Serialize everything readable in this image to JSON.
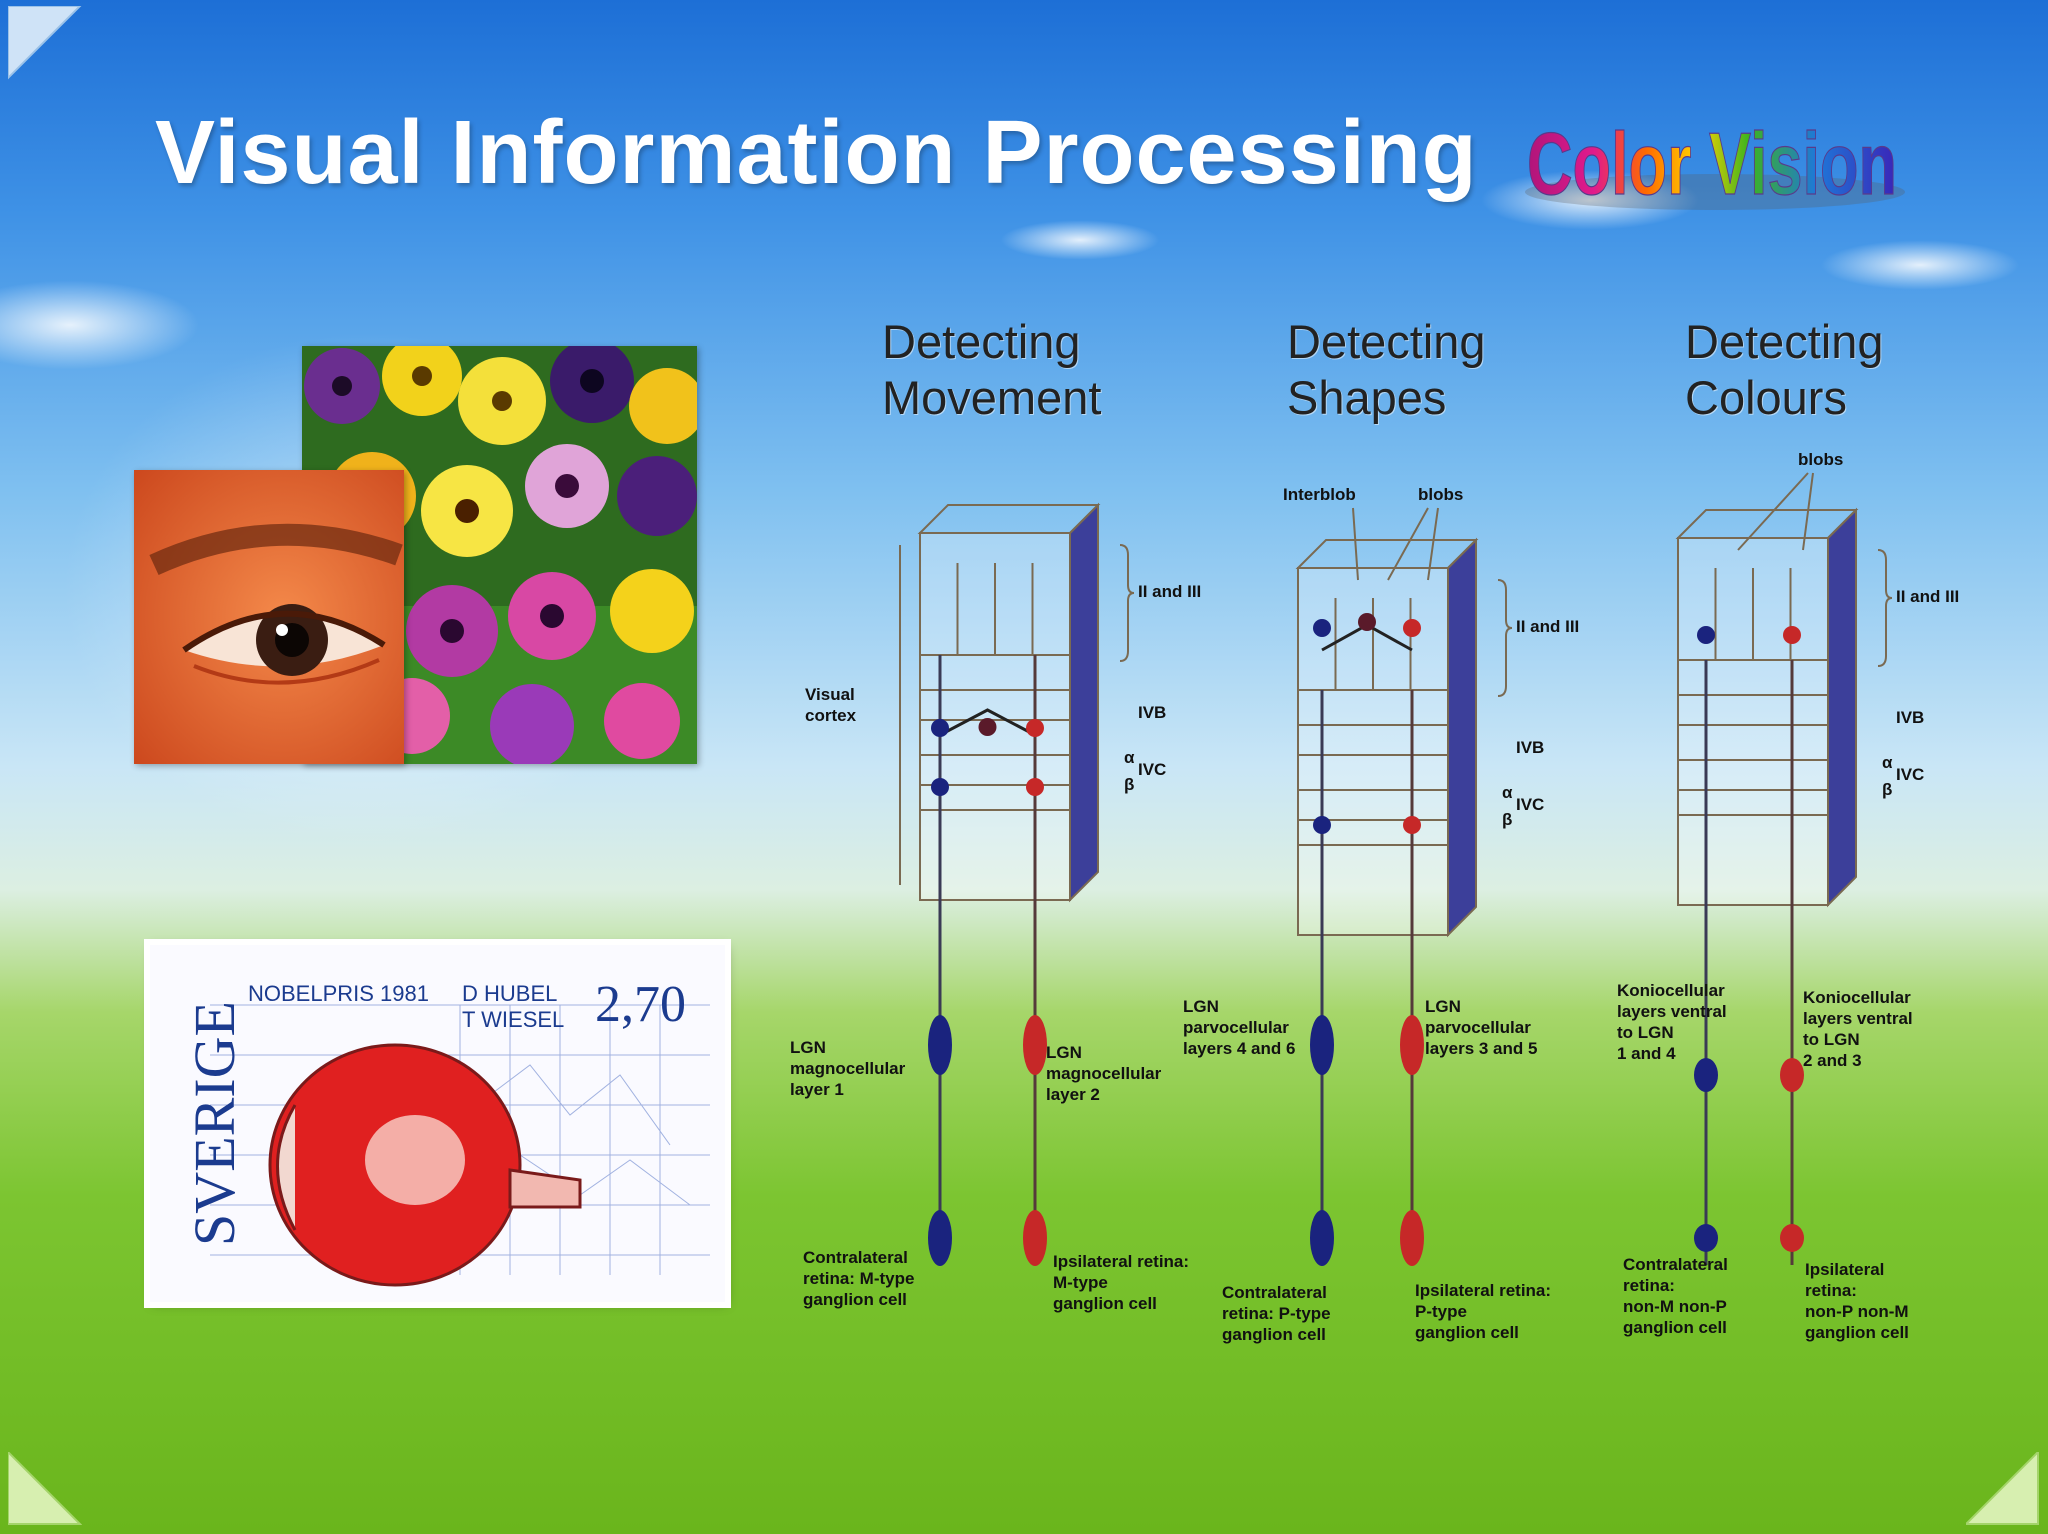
{
  "slide": {
    "title": "Visual Information Processing",
    "wordart": "Color Vision"
  },
  "images": {
    "eye_photo": "eye-closeup",
    "flowers_photo": "pansies-field"
  },
  "stamp": {
    "country": "SVERIGE",
    "prize": "NOBELPRIS 1981",
    "laureate1": "D HUBEL",
    "laureate2": "T WIESEL",
    "value": "2,70"
  },
  "columns": [
    {
      "heading_line1": "Detecting",
      "heading_line2": "Movement",
      "top_labels": [],
      "layer_labels": [
        "II and III",
        "IVB",
        "IVC"
      ],
      "alpha": "α",
      "beta": "β",
      "side_label_line1": "Visual",
      "side_label_line2": "cortex",
      "left_lgn": [
        "LGN",
        "magnocellular",
        "layer 1"
      ],
      "right_lgn": [
        "LGN",
        "magnocellular",
        "layer 2"
      ],
      "left_retina": [
        "Contralateral",
        "retina: M-type",
        "ganglion cell"
      ],
      "right_retina": [
        "Ipsilateral retina:",
        "M-type",
        "ganglion cell"
      ]
    },
    {
      "heading_line1": "Detecting",
      "heading_line2": "Shapes",
      "top_labels": [
        "Interblob",
        "blobs"
      ],
      "layer_labels": [
        "II and III",
        "IVB",
        "IVC"
      ],
      "alpha": "α",
      "beta": "β",
      "left_lgn": [
        "LGN",
        "parvocellular",
        "layers 4 and 6"
      ],
      "right_lgn": [
        "LGN",
        "parvocellular",
        "layers 3 and 5"
      ],
      "left_retina": [
        "Contralateral",
        "retina: P-type",
        "ganglion cell"
      ],
      "right_retina": [
        "Ipsilateral retina:",
        "P-type",
        "ganglion cell"
      ]
    },
    {
      "heading_line1": "Detecting",
      "heading_line2": "Colours",
      "top_labels": [
        "blobs"
      ],
      "layer_labels": [
        "II and III",
        "IVB",
        "IVC"
      ],
      "alpha": "α",
      "beta": "β",
      "left_lgn": [
        "Koniocellular",
        "layers ventral",
        "to LGN",
        "1 and 4"
      ],
      "right_lgn": [
        "Koniocellular",
        "layers ventral",
        "to LGN",
        "2 and 3"
      ],
      "left_retina": [
        "Contralateral",
        "retina:",
        "non-M non-P",
        "ganglion cell"
      ],
      "right_retina": [
        "Ipsilateral",
        "retina:",
        "non-P non-M",
        "ganglion cell"
      ]
    }
  ],
  "colors": {
    "contralateral": "#1a237e",
    "ipsilateral": "#c62828",
    "box_line": "#7a6a52",
    "side_face": "#3c3f9a"
  }
}
